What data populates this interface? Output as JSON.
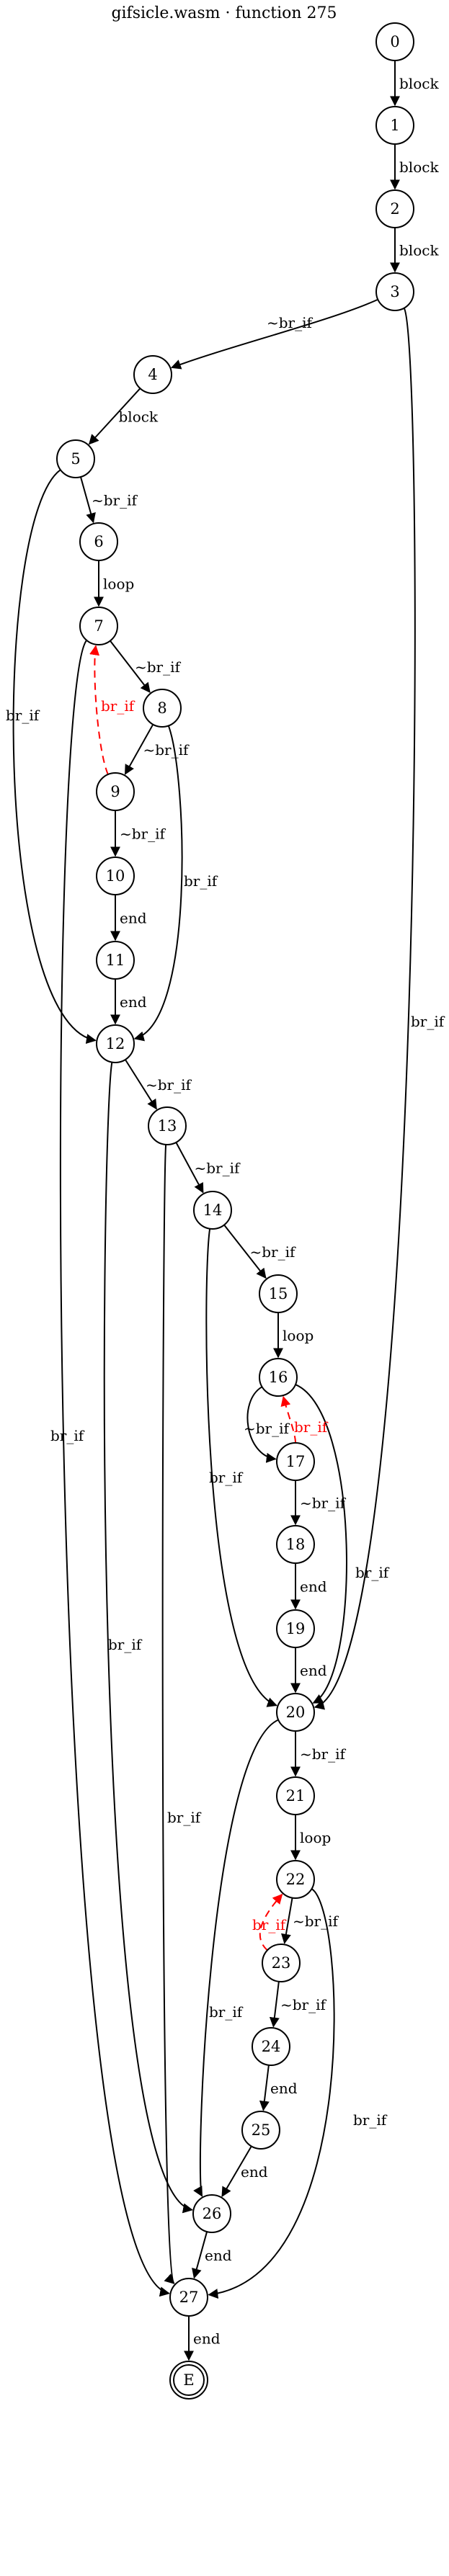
{
  "title": "gifsicle.wasm · function 275",
  "nodes": [
    "0",
    "1",
    "2",
    "3",
    "4",
    "5",
    "6",
    "7",
    "8",
    "9",
    "10",
    "11",
    "12",
    "13",
    "14",
    "15",
    "16",
    "17",
    "18",
    "19",
    "20",
    "21",
    "22",
    "23",
    "24",
    "25",
    "26",
    "27",
    "E"
  ],
  "edges": [
    {
      "from": "0",
      "to": "1",
      "label": "block",
      "kind": "normal"
    },
    {
      "from": "1",
      "to": "2",
      "label": "block",
      "kind": "normal"
    },
    {
      "from": "2",
      "to": "3",
      "label": "block",
      "kind": "normal"
    },
    {
      "from": "3",
      "to": "4",
      "label": "~br_if",
      "kind": "normal"
    },
    {
      "from": "3",
      "to": "20",
      "label": "br_if",
      "kind": "normal"
    },
    {
      "from": "4",
      "to": "5",
      "label": "block",
      "kind": "normal"
    },
    {
      "from": "5",
      "to": "6",
      "label": "~br_if",
      "kind": "normal"
    },
    {
      "from": "5",
      "to": "12",
      "label": "br_if",
      "kind": "normal"
    },
    {
      "from": "6",
      "to": "7",
      "label": "loop",
      "kind": "normal"
    },
    {
      "from": "7",
      "to": "8",
      "label": "~br_if",
      "kind": "normal"
    },
    {
      "from": "7",
      "to": "27",
      "label": "br_if",
      "kind": "normal"
    },
    {
      "from": "8",
      "to": "9",
      "label": "~br_if",
      "kind": "normal"
    },
    {
      "from": "8",
      "to": "12",
      "label": "br_if",
      "kind": "normal"
    },
    {
      "from": "9",
      "to": "7",
      "label": "br_if",
      "kind": "back"
    },
    {
      "from": "9",
      "to": "10",
      "label": "~br_if",
      "kind": "normal"
    },
    {
      "from": "10",
      "to": "11",
      "label": "end",
      "kind": "normal"
    },
    {
      "from": "11",
      "to": "12",
      "label": "end",
      "kind": "normal"
    },
    {
      "from": "12",
      "to": "13",
      "label": "~br_if",
      "kind": "normal"
    },
    {
      "from": "12",
      "to": "26",
      "label": "br_if",
      "kind": "normal"
    },
    {
      "from": "13",
      "to": "14",
      "label": "~br_if",
      "kind": "normal"
    },
    {
      "from": "13",
      "to": "27",
      "label": "br_if",
      "kind": "normal"
    },
    {
      "from": "14",
      "to": "15",
      "label": "~br_if",
      "kind": "normal"
    },
    {
      "from": "14",
      "to": "20",
      "label": "br_if",
      "kind": "normal"
    },
    {
      "from": "15",
      "to": "16",
      "label": "loop",
      "kind": "normal"
    },
    {
      "from": "16",
      "to": "17",
      "label": "~br_if",
      "kind": "normal"
    },
    {
      "from": "16",
      "to": "20",
      "label": "br_if",
      "kind": "normal"
    },
    {
      "from": "17",
      "to": "16",
      "label": "br_if",
      "kind": "back"
    },
    {
      "from": "17",
      "to": "18",
      "label": "~br_if",
      "kind": "normal"
    },
    {
      "from": "18",
      "to": "19",
      "label": "end",
      "kind": "normal"
    },
    {
      "from": "19",
      "to": "20",
      "label": "end",
      "kind": "normal"
    },
    {
      "from": "20",
      "to": "21",
      "label": "~br_if",
      "kind": "normal"
    },
    {
      "from": "20",
      "to": "26",
      "label": "br_if",
      "kind": "normal"
    },
    {
      "from": "21",
      "to": "22",
      "label": "loop",
      "kind": "normal"
    },
    {
      "from": "22",
      "to": "23",
      "label": "~br_if",
      "kind": "normal"
    },
    {
      "from": "22",
      "to": "27",
      "label": "br_if",
      "kind": "normal"
    },
    {
      "from": "23",
      "to": "22",
      "label": "br_if",
      "kind": "back"
    },
    {
      "from": "23",
      "to": "24",
      "label": "~br_if",
      "kind": "normal"
    },
    {
      "from": "24",
      "to": "25",
      "label": "end",
      "kind": "normal"
    },
    {
      "from": "25",
      "to": "26",
      "label": "end",
      "kind": "normal"
    },
    {
      "from": "26",
      "to": "27",
      "label": "end",
      "kind": "normal"
    },
    {
      "from": "27",
      "to": "E",
      "label": "end",
      "kind": "normal"
    }
  ],
  "colors": {
    "node_stroke": "#000000",
    "edge": "#000000",
    "back_edge": "#ff0000",
    "background": "#ffffff"
  }
}
